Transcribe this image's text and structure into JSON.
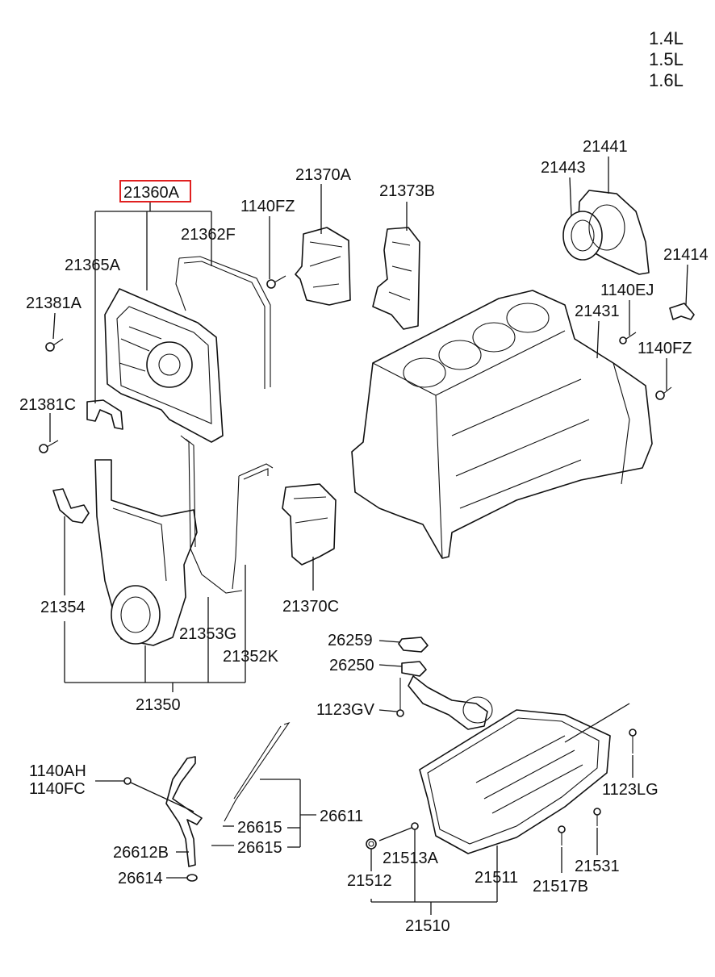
{
  "engine_variants": [
    "1.4L",
    "1.5L",
    "1.6L"
  ],
  "highlighted_part": "21360A",
  "labels": {
    "p21360A": "21360A",
    "p21365A": "21365A",
    "p21362F": "21362F",
    "p21381A": "21381A",
    "p21381C": "21381C",
    "p1140FZ_a": "1140FZ",
    "p21370A": "21370A",
    "p21373B": "21373B",
    "p21441": "21441",
    "p21443": "21443",
    "p21414": "21414",
    "p1140EJ": "1140EJ",
    "p21431": "21431",
    "p1140FZ_b": "1140FZ",
    "p21354": "21354",
    "p21353G": "21353G",
    "p21352K": "21352K",
    "p21370C": "21370C",
    "p21350": "21350",
    "p26259": "26259",
    "p26250": "26250",
    "p1123GV": "1123GV",
    "p1140AH": "1140AH",
    "p1140FC": "1140FC",
    "p26611": "26611",
    "p26615_a": "26615",
    "p26615_b": "26615",
    "p26612B": "26612B",
    "p26614": "26614",
    "p21513A": "21513A",
    "p21512": "21512",
    "p21511": "21511",
    "p21510": "21510",
    "p1123LG": "1123LG",
    "p21531": "21531",
    "p21517B": "21517B"
  }
}
